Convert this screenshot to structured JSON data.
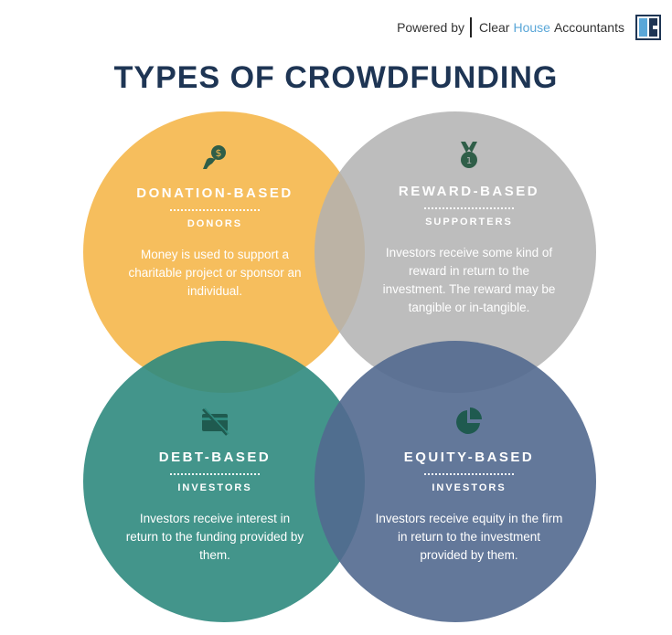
{
  "brand": {
    "powered_by": "Powered by",
    "name_part1": "Clear",
    "name_part2": "House",
    "name_part3": "Accountants",
    "accent_color": "#5aa7d8"
  },
  "title": {
    "part1": "TYPES OF",
    "part2": "CROWDFUNDING",
    "color": "#1e3554"
  },
  "types": [
    {
      "name": "DONATION-BASED",
      "audience": "DONORS",
      "description": "Money is used to support a charitable project or sponsor an individual.",
      "icon": "hand-coin-icon",
      "color": "#f5b94f"
    },
    {
      "name": "REWARD-BASED",
      "audience": "SUPPORTERS",
      "description": "Investors receive some kind of reward in return to the investment. The reward may be tangible or in-tangible.",
      "icon": "medal-icon",
      "color": "#b4b4b4"
    },
    {
      "name": "DEBT-BASED",
      "audience": "INVESTORS",
      "description": "Investors receive interest in return to the funding provided by them.",
      "icon": "card-slash-icon",
      "color": "#2f8a7e"
    },
    {
      "name": "EQUITY-BASED",
      "audience": "INVESTORS",
      "description": "Investors receive equity in the firm in return to the investment provided by them.",
      "icon": "pie-chart-icon",
      "color": "#52698f"
    }
  ]
}
